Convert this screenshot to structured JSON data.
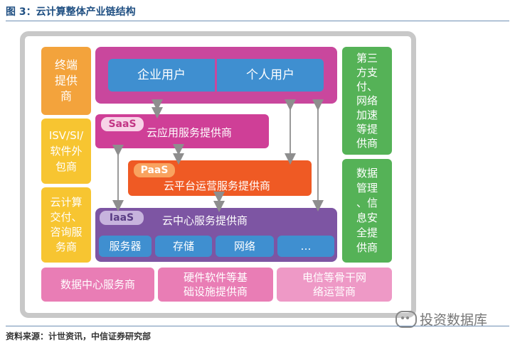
{
  "figure_title": "图 3：云计算整体产业链结构",
  "source": "资料来源：计世资讯，中信证券研究部",
  "watermark": "投资数据库",
  "left_column": [
    "终端\n提供\n商",
    "ISV/SI/\n软件外\n包商",
    "云计算\n交付、\n咨询服\n务商"
  ],
  "right_column": [
    "第三\n方支\n付、\n网络\n加速\n等提\n供商",
    "数据\n管理\n、信\n息安\n全提\n供商"
  ],
  "users": [
    "企业用户",
    "个人用户"
  ],
  "saas": {
    "tag": "SaaS",
    "label": "云应用服务提供商"
  },
  "paas": {
    "tag": "PaaS",
    "label": "云平台运营服务提供商"
  },
  "iaas": {
    "tag": "IaaS",
    "label": "云中心服务提供商",
    "items": [
      "服务器",
      "存储",
      "网络",
      "…"
    ]
  },
  "bottom_row": [
    "数据中心服务商",
    "硬件软件等基\n础设施提供商",
    "电信等骨干网\n络运营商"
  ],
  "colors": {
    "title": "#1f4f82",
    "orange": "#f3a33c",
    "yellow": "#f7c531",
    "green": "#55b257",
    "magenta": "#cf3f97",
    "pink": "#e97db5",
    "purple": "#7d55a3",
    "deep_orange": "#ef5a24",
    "blue": "#3f8fd0"
  }
}
